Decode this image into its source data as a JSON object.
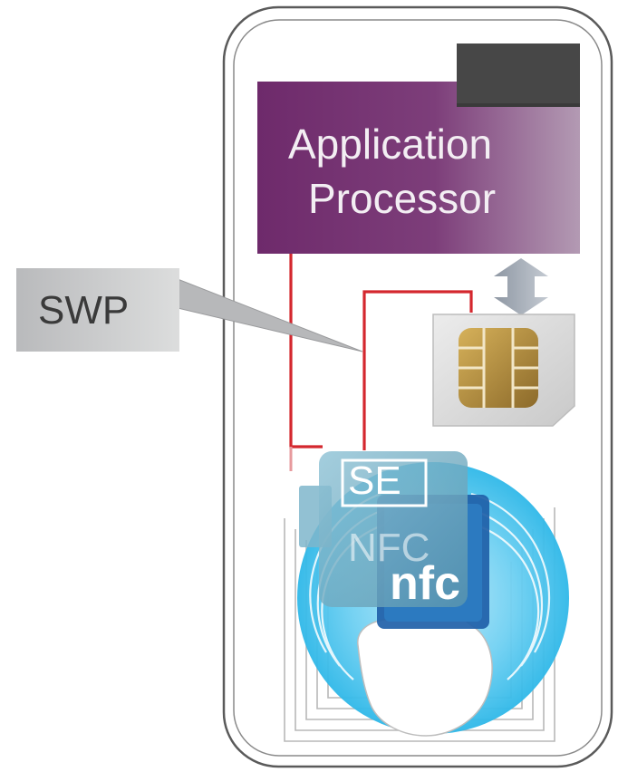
{
  "labels": {
    "app_processor_line1": "Application",
    "app_processor_line2": "Processor",
    "swp": "SWP",
    "se": "SE",
    "nfc_chip": "NFC",
    "nfc_logo": "nfc"
  },
  "colors": {
    "processor_purple": "#6e2a6b",
    "processor_purple_light": "#a07aa0",
    "processor_dark_block": "#474747",
    "wire_red": "#d4272e",
    "sim_gold": "#b08a3e",
    "nfc_cyan": "#2fb8e8",
    "chip_teal": "#6fa9bf",
    "callout_gray": "#c7c8c9",
    "phone_outline": "#5a5a5a"
  }
}
